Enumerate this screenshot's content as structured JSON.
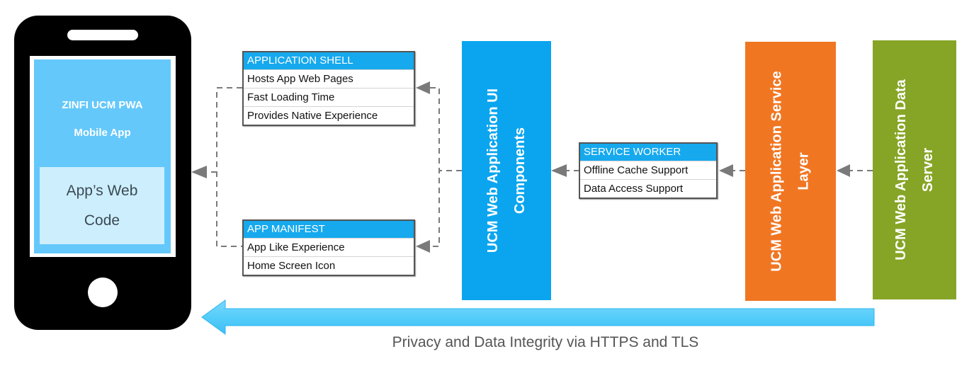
{
  "phone": {
    "app_title_line1": "ZINFI UCM PWA",
    "app_title_line2": "Mobile App",
    "web_code_line1": "App’s Web",
    "web_code_line2": "Code"
  },
  "application_shell": {
    "header": "APPLICATION SHELL",
    "rows": [
      "Hosts App Web Pages",
      "Fast Loading Time",
      "Provides Native Experience"
    ]
  },
  "app_manifest": {
    "header": "APP MANIFEST",
    "rows": [
      "App Like Experience",
      "Home Screen Icon"
    ]
  },
  "service_worker": {
    "header": "SERVICE WORKER",
    "rows": [
      "Offline Cache Support",
      "Data Access Support"
    ]
  },
  "columns": {
    "ui_components": {
      "line1": "UCM Web Application UI",
      "line2": "Components",
      "color": "#0ba5ef"
    },
    "service_layer": {
      "line1": "UCM Web Application Service",
      "line2": "Layer",
      "color": "#f07622"
    },
    "data_server": {
      "line1": "UCM Web Application Data",
      "line2": "Server",
      "color": "#86a526"
    }
  },
  "security_arrow": {
    "caption": "Privacy and Data Integrity via HTTPS and TLS",
    "color": "#5ccffa"
  },
  "colors": {
    "connector": "#7a7a7a",
    "table_header": "#16a9ee",
    "phone_screen": "#64c8fb"
  }
}
